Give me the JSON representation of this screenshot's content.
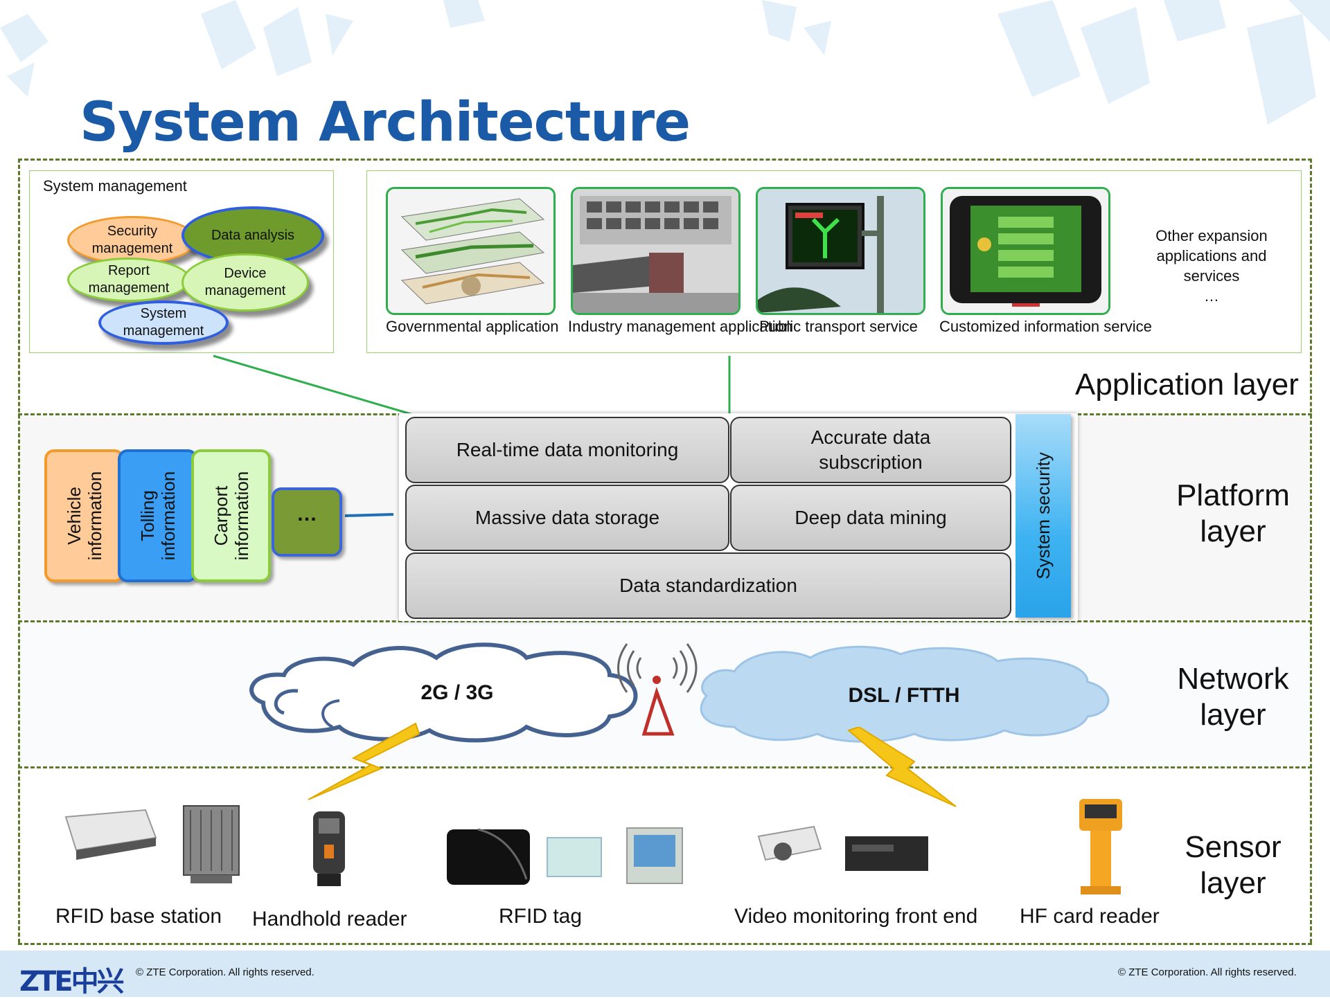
{
  "title": "System Architecture",
  "colors": {
    "title": "#1a5aa6",
    "dash": "#5c7a29",
    "panel_border": "#9ccf6f",
    "security_bar": "#3fb3f1"
  },
  "application_layer": {
    "label": "Application layer",
    "system_management": {
      "title": "System management",
      "ellipses": [
        {
          "label": "Security management",
          "color": "#ffcc99"
        },
        {
          "label": "Data analysis",
          "color": "#6f9a2c"
        },
        {
          "label": "Report management",
          "color": "#d8f5b8"
        },
        {
          "label": "Device management",
          "color": "#d8f5b8"
        },
        {
          "label": "System management",
          "color": "#cde2fb"
        }
      ]
    },
    "apps": [
      {
        "caption": "Governmental application",
        "icon": "layered-map-image"
      },
      {
        "caption": "Industry management application",
        "icon": "control-room-image"
      },
      {
        "caption": "Public transport service",
        "icon": "traffic-sign-image"
      },
      {
        "caption": "Customized information service",
        "icon": "tablet-device-image"
      }
    ],
    "other": "Other expansion applications and services",
    "other_ellipsis": "…"
  },
  "platform_layer": {
    "label": "Platform layer",
    "info_cards": [
      {
        "label": "Vehicle information",
        "color": "#ffcc99",
        "border": "#f39a2c"
      },
      {
        "label": "Tolling information",
        "color": "#3a9ef5",
        "border": "#1f6fd4"
      },
      {
        "label": "Carport information",
        "color": "#d8f8c4",
        "border": "#8ccc3c"
      }
    ],
    "more": "…",
    "boxes": {
      "realtime": "Real-time data monitoring",
      "accurate": "Accurate data subscription",
      "storage": "Massive data storage",
      "mining": "Deep data mining",
      "standardization": "Data standardization"
    },
    "security": "System security"
  },
  "network_layer": {
    "label": "Network layer",
    "cloud_left": "2G / 3G",
    "cloud_right": "DSL / FTTH"
  },
  "sensor_layer": {
    "label": "Sensor layer",
    "devices": [
      "RFID base station",
      "Handhold reader",
      "RFID tag",
      "Video monitoring front end",
      "HF card reader"
    ]
  },
  "footer": {
    "logo": "ZTE中兴",
    "copyright_left": "© ZTE Corporation. All rights reserved.",
    "copyright_right": "© ZTE Corporation. All rights reserved."
  }
}
